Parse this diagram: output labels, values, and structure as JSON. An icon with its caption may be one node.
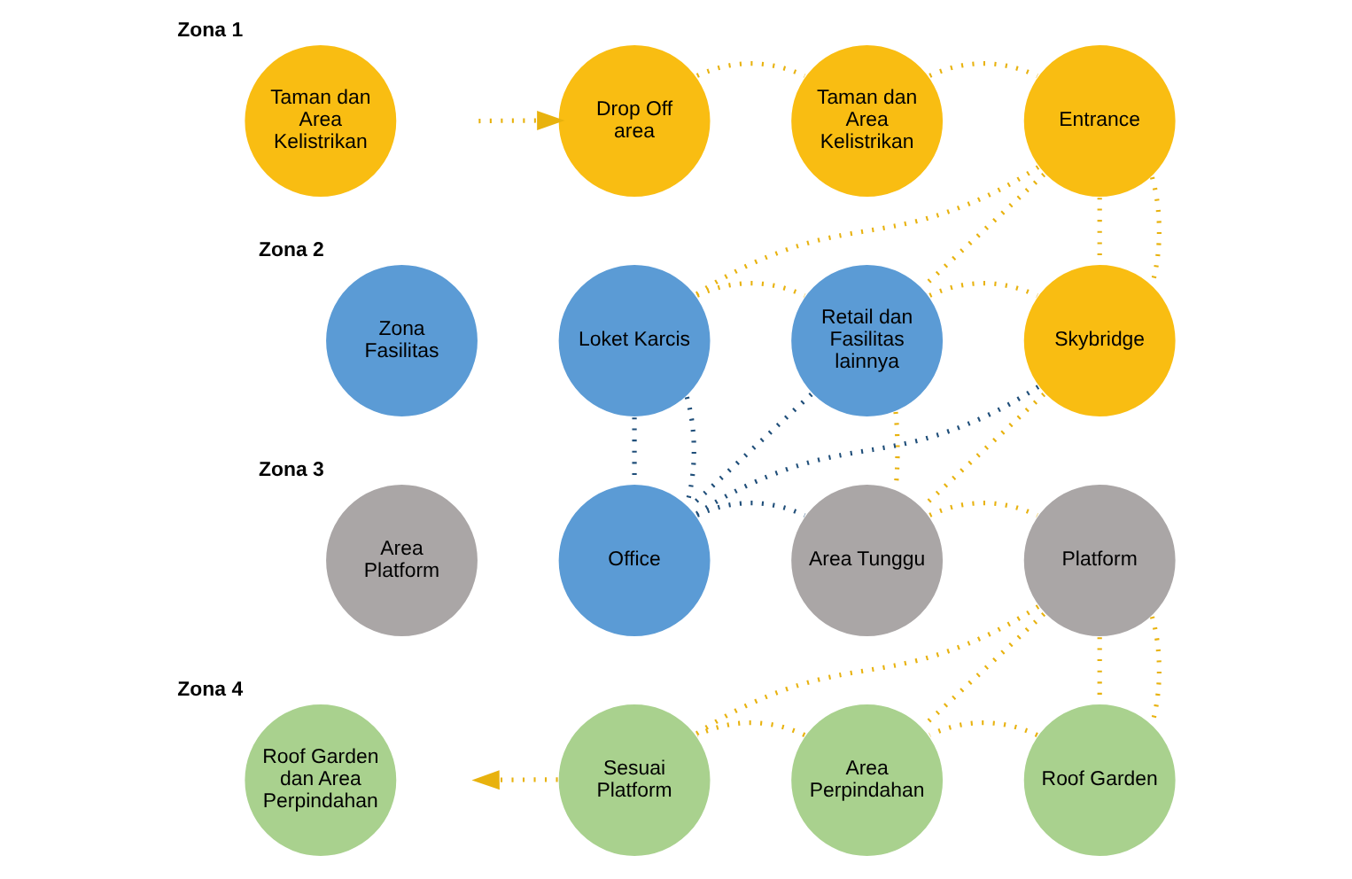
{
  "diagram": {
    "nodes": [
      {
        "text": [
          "Taman dan Area Kelistrikan"
        ],
        "beside": [
          "Zona 1"
        ]
      },
      {
        "text": [
          "Zona Fasilitas"
        ],
        "beside": [
          "Zona 2"
        ]
      },
      {
        "text": [
          "Area Platform"
        ],
        "beside": [
          "Zona 3"
        ]
      },
      {
        "text": [
          "Roof Garden dan Area Perpindahan"
        ],
        "beside": [
          "Zona 4"
        ]
      },
      {
        "text": [
          "Drop Off area"
        ]
      },
      {
        "text": [
          "Taman dan Area Kelistrikan"
        ]
      },
      {
        "text": [
          "Entrance"
        ]
      },
      {
        "text": [
          "Loket Karcis"
        ]
      },
      {
        "text": [
          "Retail dan Fasilitas lainnya"
        ]
      },
      {
        "text": [
          "Skybridge"
        ]
      },
      {
        "text": [
          "Office"
        ]
      },
      {
        "text": [
          "Area Tunggu"
        ]
      },
      {
        "text": [
          "Platform"
        ]
      },
      {
        "text": [
          "Sesuai Platform"
        ]
      },
      {
        "text": [
          "Area Perpindahan"
        ]
      },
      {
        "text": [
          "Roof Garden"
        ]
      }
    ],
    "edges": [
      {
        "from": null,
        "to": 4,
        "arrow": "to"
      },
      {
        "from": 4,
        "to": 5,
        "arrow": "none"
      },
      {
        "from": 5,
        "to": 6,
        "arrow": "none"
      },
      {
        "from": 6,
        "to": 7,
        "arrow": "none"
      },
      {
        "from": 6,
        "to": 8,
        "arrow": "none"
      },
      {
        "from": 6,
        "to": 9,
        "arrow": "none"
      },
      {
        "from": 6,
        "to": 9,
        "arrow": "none"
      },
      {
        "from": 7,
        "to": 8,
        "arrow": "none"
      },
      {
        "from": 8,
        "to": 9,
        "arrow": "none"
      },
      {
        "from": 7,
        "to": 10,
        "arrow": "none",
        "color": "#1f4e79"
      },
      {
        "from": 7,
        "to": 10,
        "arrow": "none",
        "color": "#1f4e79"
      },
      {
        "from": 8,
        "to": 10,
        "arrow": "none",
        "color": "#1f4e79"
      },
      {
        "from": 9,
        "to": 10,
        "arrow": "none",
        "color": "#1f4e79"
      },
      {
        "from": 8,
        "to": 11,
        "arrow": "none"
      },
      {
        "from": 9,
        "to": 11,
        "arrow": "none"
      },
      {
        "from": 10,
        "to": 11,
        "arrow": "none",
        "color": "#1f4e79"
      },
      {
        "from": 11,
        "to": 12,
        "arrow": "none"
      },
      {
        "from": 12,
        "to": 13,
        "arrow": "none"
      },
      {
        "from": 12,
        "to": 14,
        "arrow": "none"
      },
      {
        "from": 12,
        "to": 15,
        "arrow": "none"
      },
      {
        "from": 12,
        "to": 15,
        "arrow": "none"
      },
      {
        "from": 15,
        "to": 14,
        "arrow": "none"
      },
      {
        "from": 14,
        "to": 13,
        "arrow": "none"
      },
      {
        "from": 13,
        "to": null,
        "arrow": "to"
      }
    ]
  }
}
